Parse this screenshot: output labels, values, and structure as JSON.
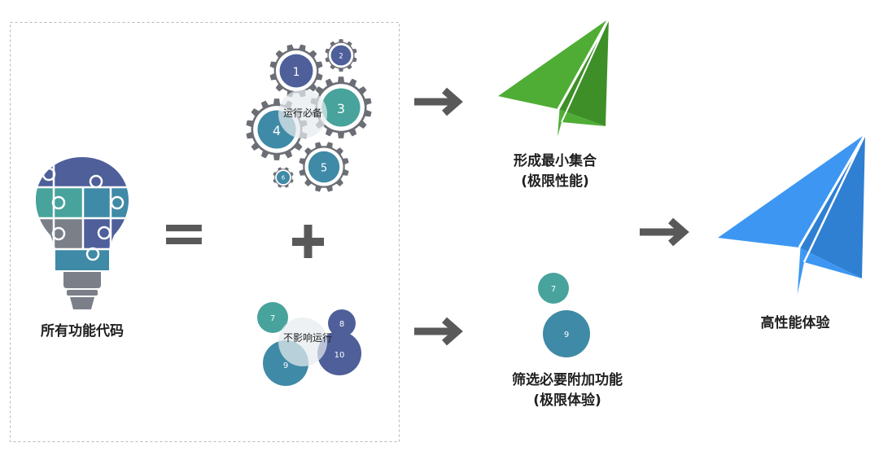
{
  "colors": {
    "navy": "#4e5f9a",
    "teal": "#47a39c",
    "blue_teal": "#3f8aa6",
    "gear_gray": "#6b6e75",
    "arrow_gray": "#595959",
    "plane_green": "#4fad35",
    "plane_blue": "#3d97f2",
    "bulb_gray": "#7a7f88",
    "border_gray": "#b7b7b7"
  },
  "equation": {
    "equals_sign": "=",
    "plus_sign": "+"
  },
  "labels": {
    "all_code": "所有功能代码",
    "running_required": "运行必备",
    "not_affecting_running": "不影响运行",
    "minimal_set_line1": "形成最小集合",
    "minimal_set_line2": "(极限性能)",
    "filter_line1": "筛选必要附加功能",
    "filter_line2": "(极限体验)",
    "high_performance": "高性能体验"
  },
  "gears": [
    {
      "label": "1"
    },
    {
      "label": "2"
    },
    {
      "label": "3"
    },
    {
      "label": "4"
    },
    {
      "label": "5"
    },
    {
      "label": "6"
    }
  ],
  "bubbles": [
    {
      "label": "7"
    },
    {
      "label": "8"
    },
    {
      "label": "9"
    },
    {
      "label": "10"
    }
  ],
  "result_bubbles": [
    {
      "label": "7"
    },
    {
      "label": "9"
    }
  ]
}
